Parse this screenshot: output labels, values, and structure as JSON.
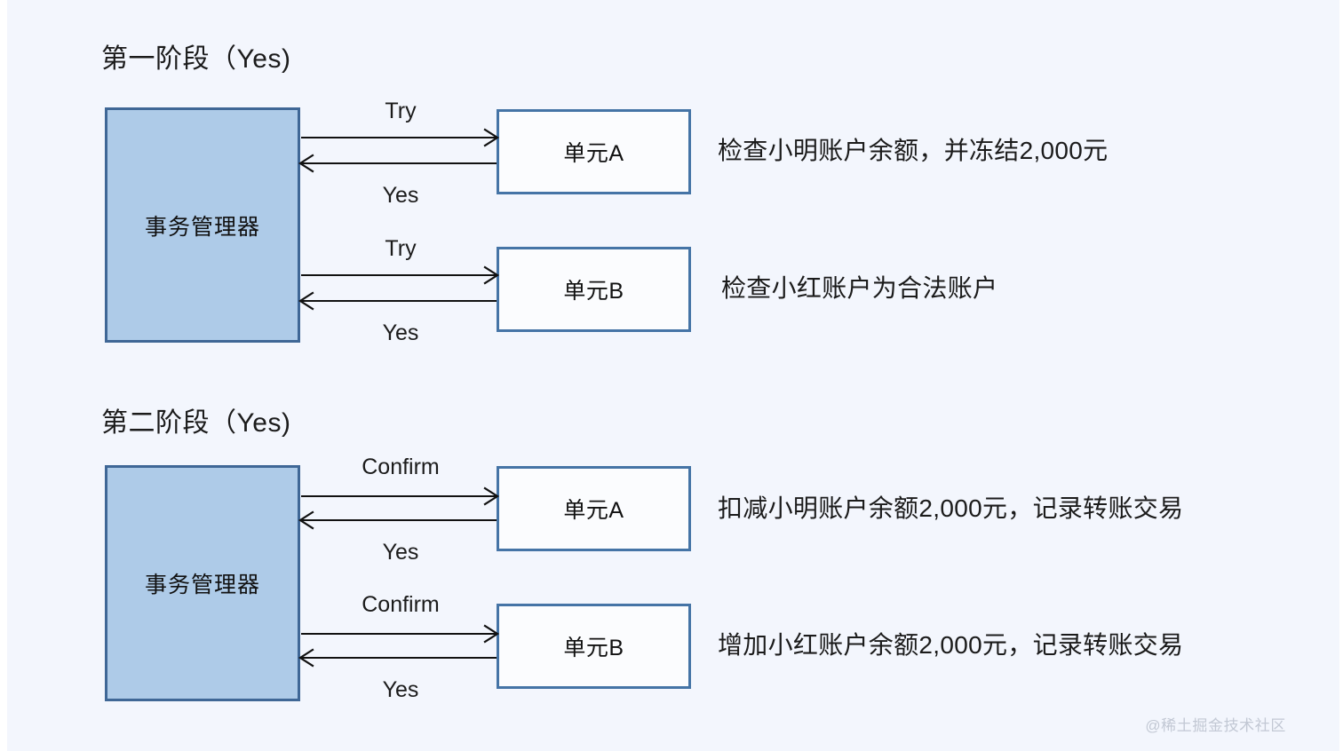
{
  "background_color": "#f3f6fd",
  "colors": {
    "manager_fill": "#aecbe8",
    "manager_border": "#3f6796",
    "unit_fill": "#fbfcfe",
    "unit_border": "#4574a6",
    "line": "#111111",
    "text": "#1b1b1b",
    "watermark": "#c2c8d4"
  },
  "phases": [
    {
      "title": "第一阶段（Yes)",
      "manager_label": "事务管理器",
      "rows": [
        {
          "unit_label": "单元A",
          "request_label": "Try",
          "response_label": "Yes",
          "description": "检查小明账户余额，并冻结2,000元"
        },
        {
          "unit_label": "单元B",
          "request_label": "Try",
          "response_label": "Yes",
          "description": "检查小红账户为合法账户"
        }
      ]
    },
    {
      "title": "第二阶段（Yes)",
      "manager_label": "事务管理器",
      "rows": [
        {
          "unit_label": "单元A",
          "request_label": "Confirm",
          "response_label": "Yes",
          "description": "扣减小明账户余额2,000元，记录转账交易"
        },
        {
          "unit_label": "单元B",
          "request_label": "Confirm",
          "response_label": "Yes",
          "description": "增加小红账户余额2,000元，记录转账交易"
        }
      ]
    }
  ],
  "watermark": "@稀土掘金技术社区"
}
